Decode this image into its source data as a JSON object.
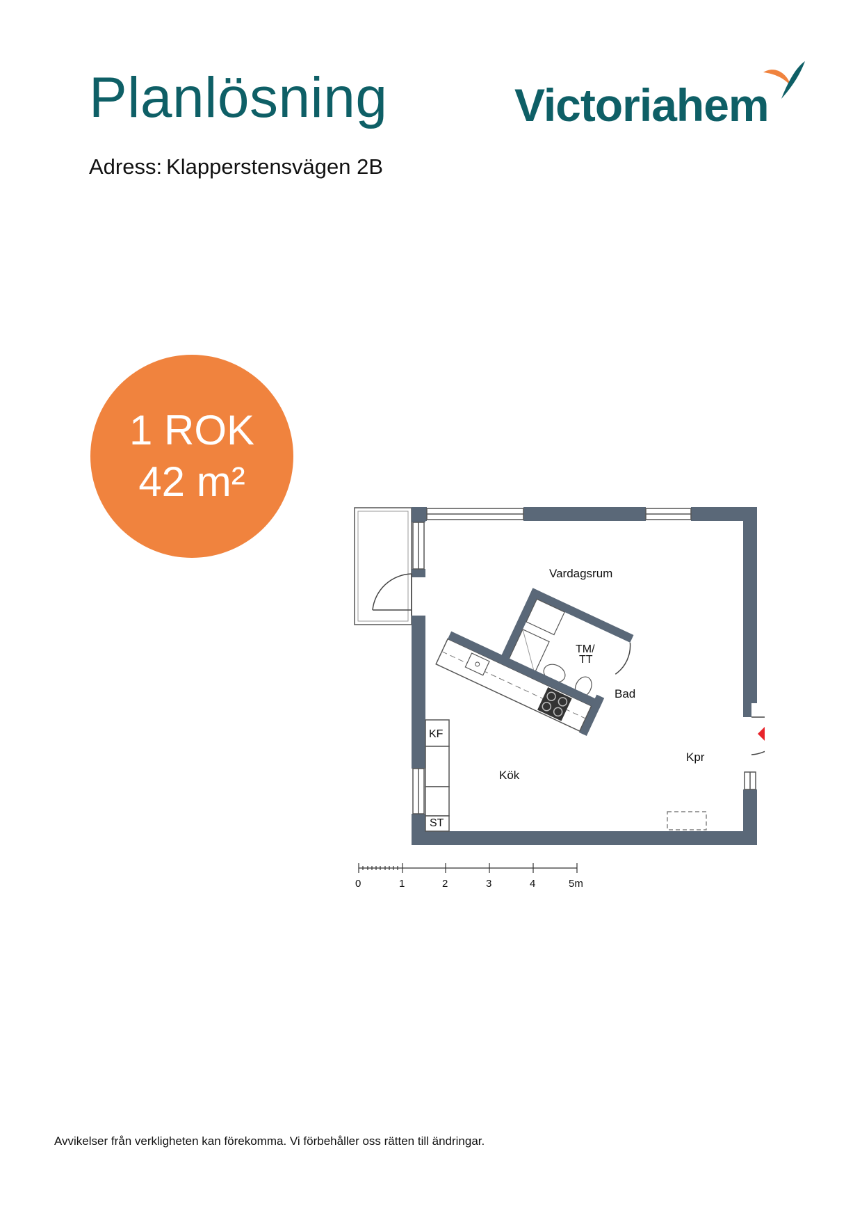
{
  "header": {
    "title": "Planlösning",
    "address_label": "Adress:",
    "address_value": "Klapperstensvägen 2B",
    "logo_text": "Victoriahem"
  },
  "badge": {
    "rooms": "1 ROK",
    "area": "42 m²",
    "color": "#f0833e"
  },
  "colors": {
    "title": "#0e5f66",
    "wall": "#5a6878",
    "logo_swoosh_orange": "#f0833e",
    "entrance_arrow": "#e8232a"
  },
  "floorplan": {
    "rooms": {
      "living": "Vardagsrum",
      "bath": "Bad",
      "kitchen": "Kök",
      "hall": "Kpr"
    },
    "fixtures": {
      "washer_dryer": "TM/\nTT",
      "washer_line1": "TM/",
      "washer_line2": "TT",
      "fridge_freezer": "KF",
      "storage": "ST"
    }
  },
  "scale": {
    "ticks": [
      "0",
      "1",
      "2",
      "3",
      "4",
      "5m"
    ]
  },
  "footer": {
    "disclaimer": "Avvikelser från verkligheten kan förekomma. Vi förbehåller oss rätten till ändringar."
  }
}
